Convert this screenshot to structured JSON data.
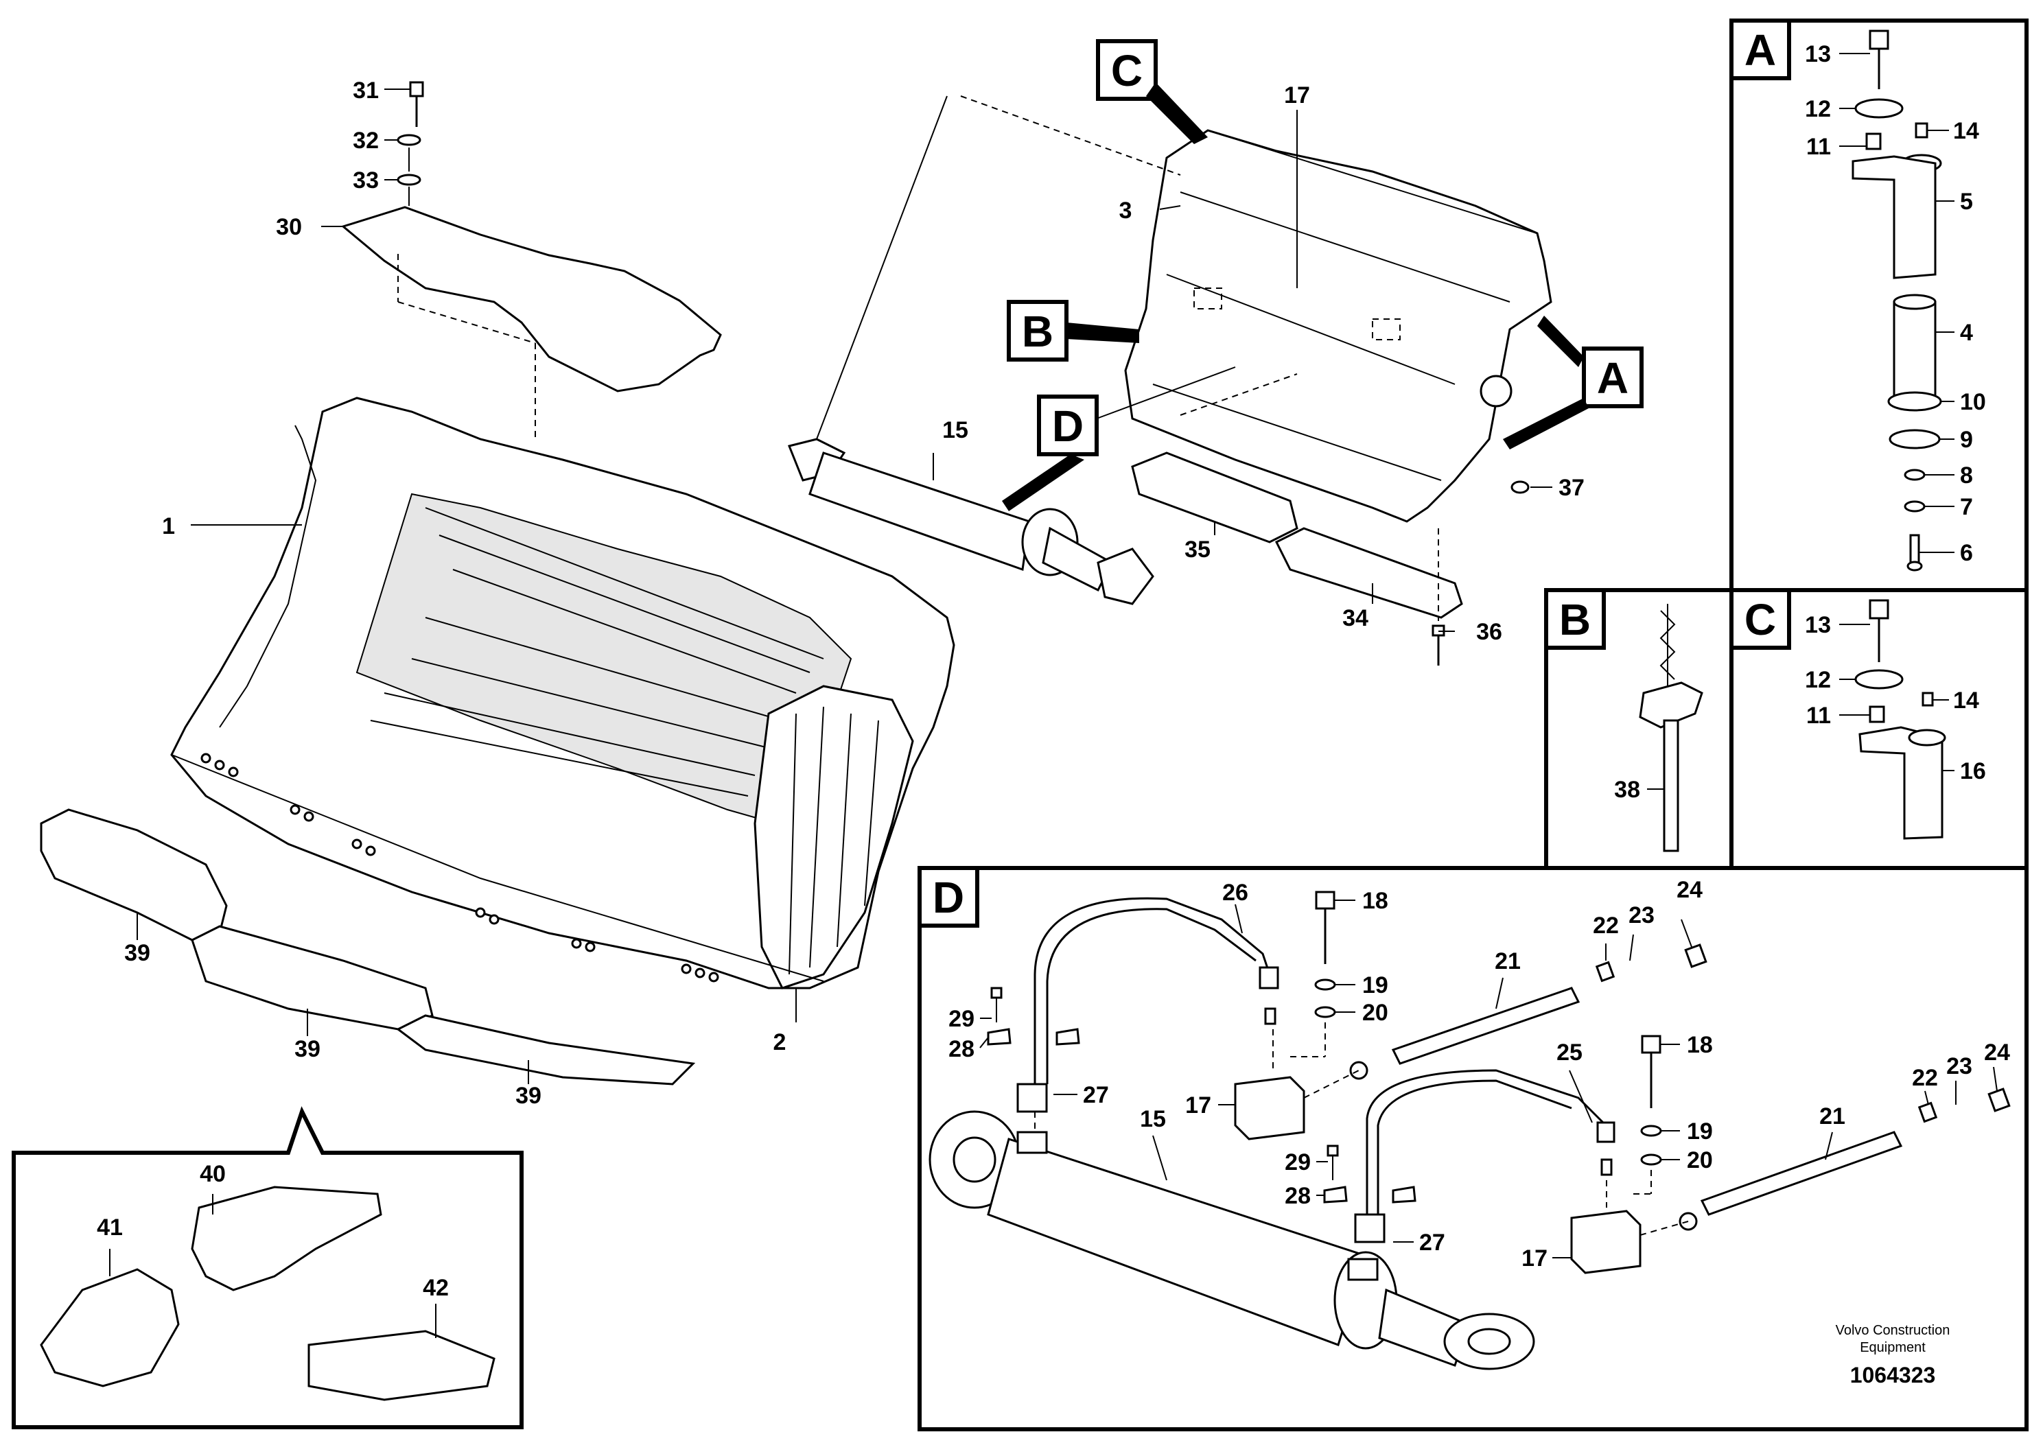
{
  "diagram": {
    "panel_letters": {
      "A": "A",
      "B": "B",
      "C": "C",
      "D": "D"
    },
    "callouts": {
      "c1": "1",
      "c2": "2",
      "c3": "3",
      "c15": "15",
      "c17": "17",
      "c30": "30",
      "c31": "31",
      "c32": "32",
      "c33": "33",
      "c34": "34",
      "c35": "35",
      "c36": "36",
      "c37": "37",
      "c39a": "39",
      "c39b": "39",
      "c39c": "39",
      "c40": "40",
      "c41": "41",
      "c42": "42"
    },
    "panel_a": {
      "c13": "13",
      "c12": "12",
      "c11": "11",
      "c14": "14",
      "c5": "5",
      "c4": "4",
      "c10": "10",
      "c9": "9",
      "c8": "8",
      "c7": "7",
      "c6": "6"
    },
    "panel_b": {
      "c38": "38"
    },
    "panel_c": {
      "c13": "13",
      "c12": "12",
      "c11": "11",
      "c14": "14",
      "c16": "16"
    },
    "panel_d": {
      "c26": "26",
      "c18a": "18",
      "c19a": "19",
      "c20a": "20",
      "c22a": "22",
      "c23a": "23",
      "c24a": "24",
      "c21a": "21",
      "c29a": "29",
      "c28a": "28",
      "c27a": "27",
      "c17a": "17",
      "c15": "15",
      "c25": "25",
      "c18b": "18",
      "c19b": "19",
      "c20b": "20",
      "c22b": "22",
      "c23b": "23",
      "c24b": "24",
      "c21b": "21",
      "c29b": "29",
      "c28b": "28",
      "c27b": "27",
      "c17b": "17"
    },
    "footer": {
      "company_line1": "Volvo Construction",
      "company_line2": "Equipment",
      "drawing_number": "1064323"
    }
  }
}
